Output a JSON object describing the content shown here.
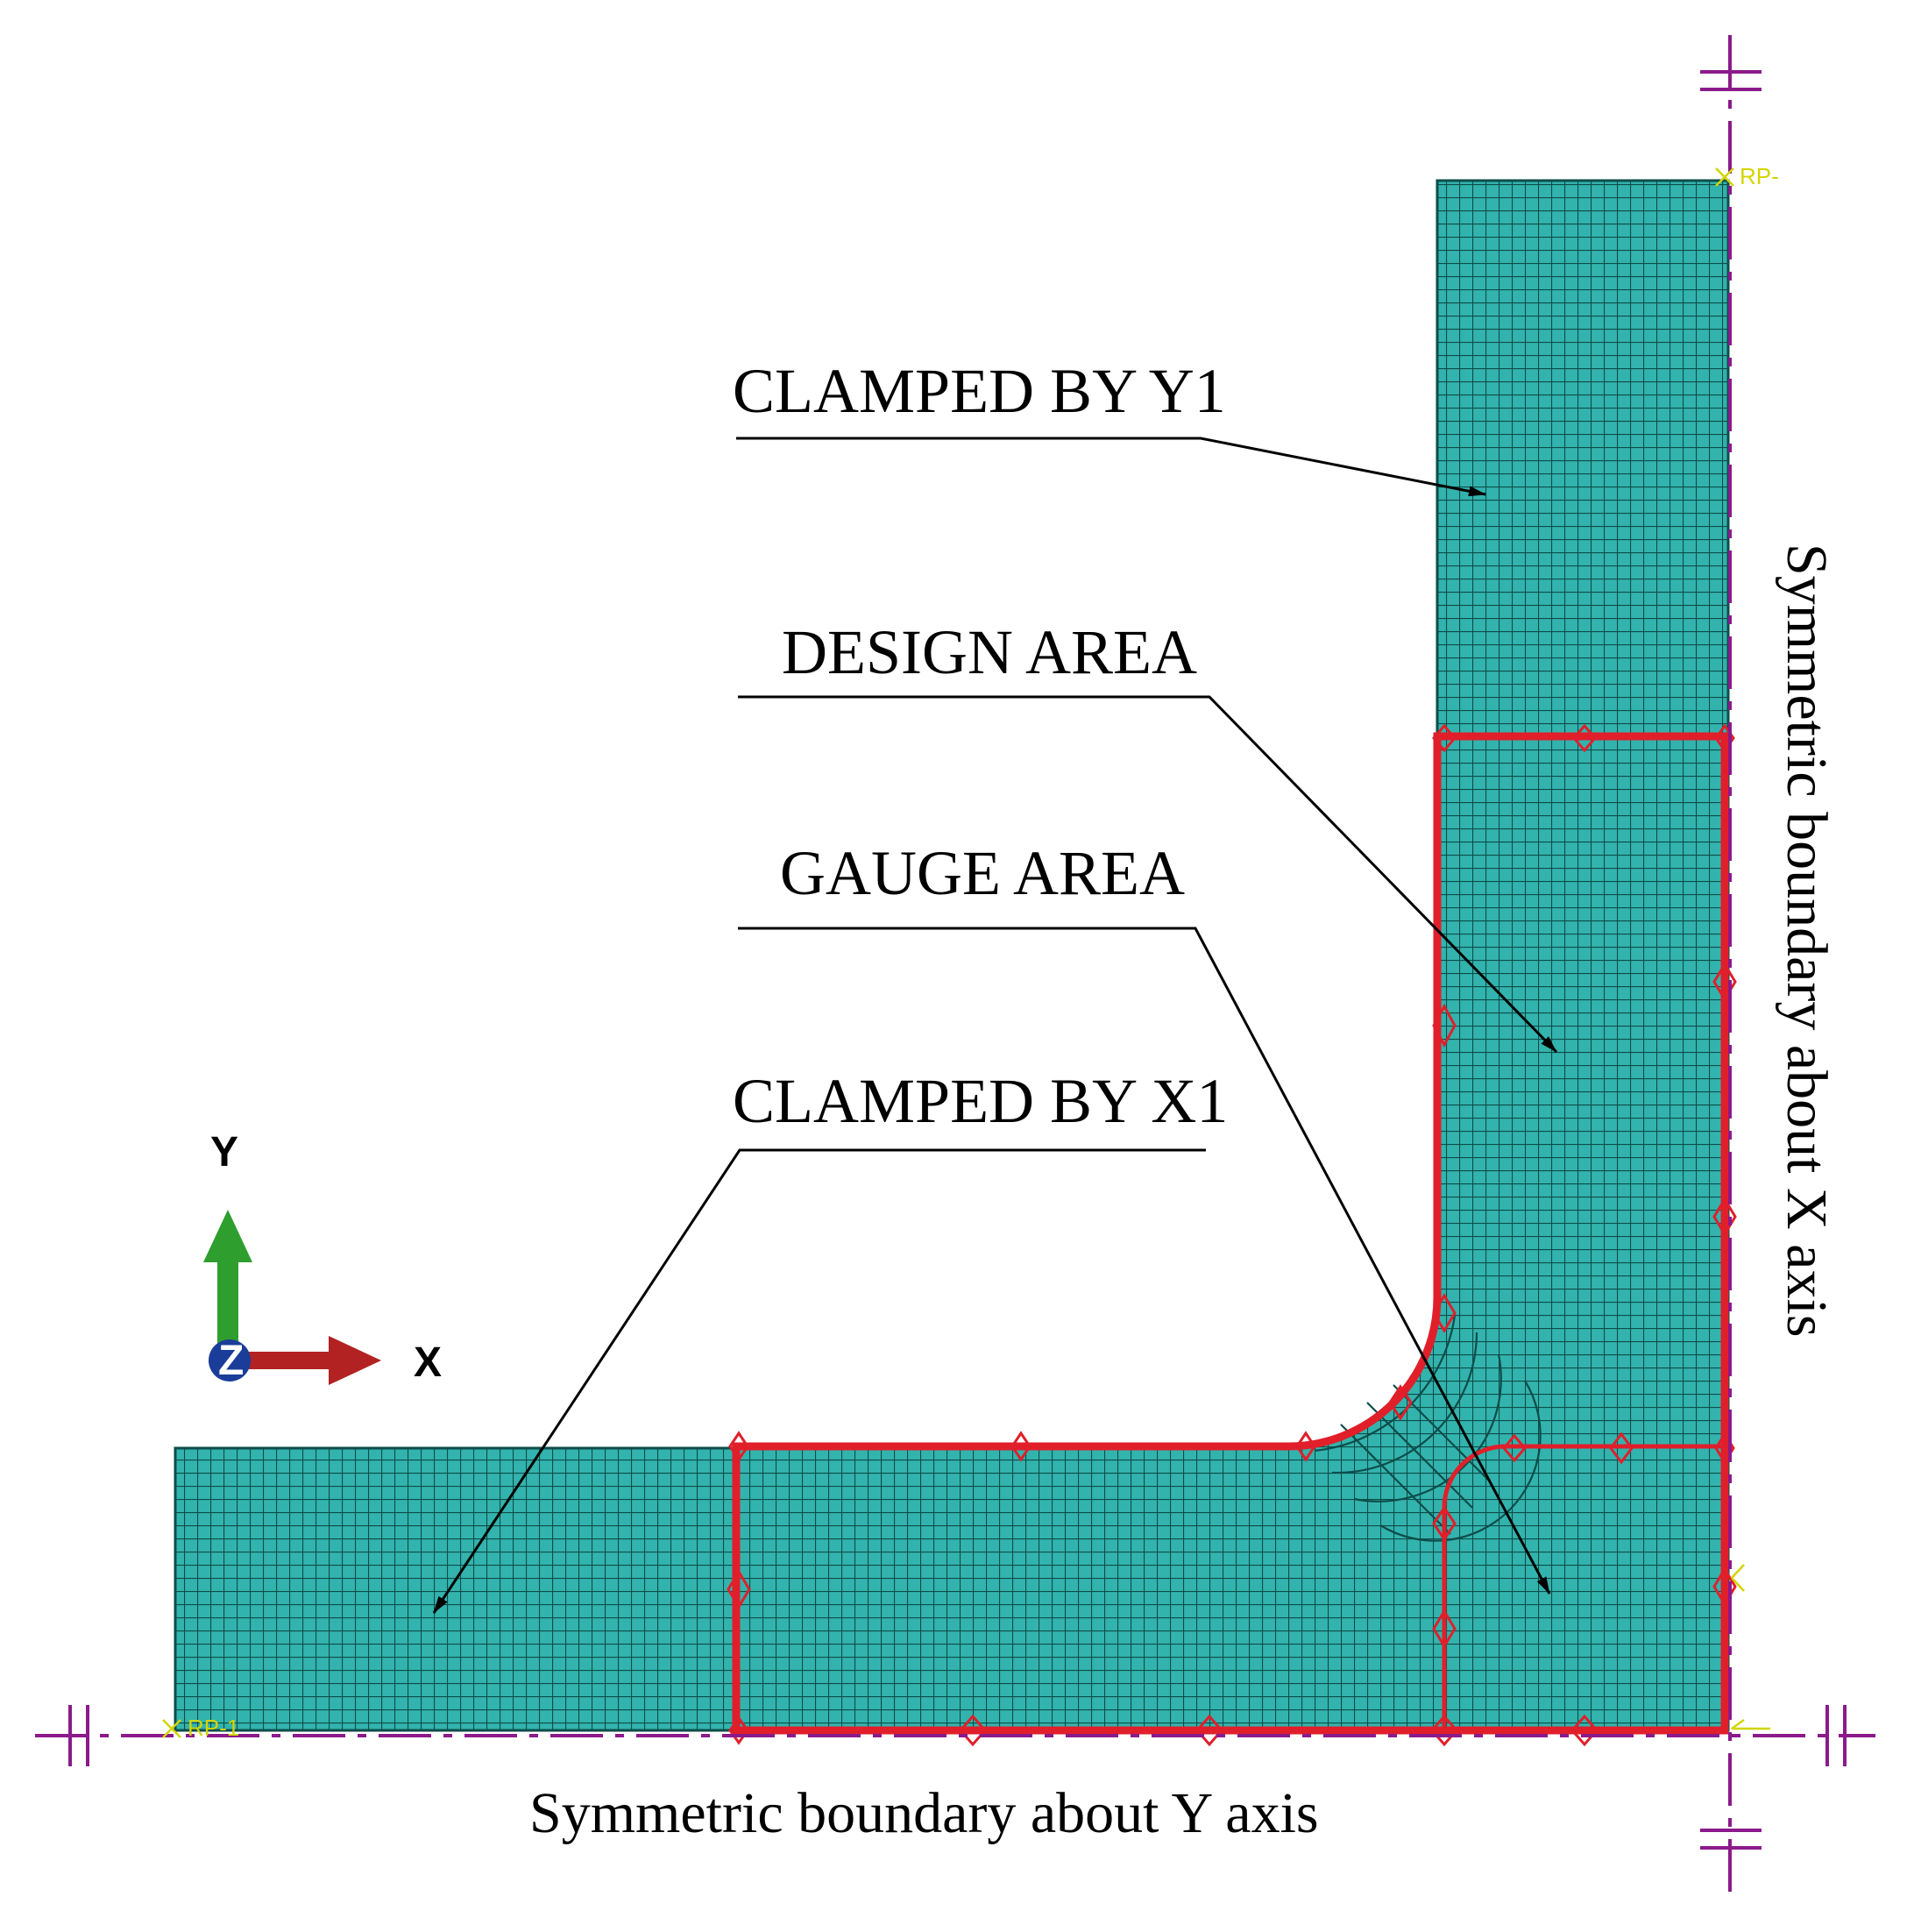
{
  "annotations": {
    "clamped_y1": "CLAMPED BY Y1",
    "design_area": "DESIGN AREA",
    "gauge_area": "GAUGE AREA",
    "clamped_x1": "CLAMPED BY X1"
  },
  "boundaries": {
    "symmetric_x": "Symmetric boundary about X axis",
    "symmetric_y": "Symmetric boundary about Y axis"
  },
  "triad": {
    "x": "X",
    "y": "Y",
    "z": "Z"
  },
  "reference_points": {
    "rp_top": "RP-",
    "rp_left": "RP-1"
  },
  "colors": {
    "mesh_fill": "#33b3ad",
    "mesh_line": "#0d4d4a",
    "boundary": "#e01f2a",
    "symmetry": "#8b1a8b",
    "reference": "#d4d400",
    "x_arrow": "#b22222",
    "y_arrow": "#2e9e2e",
    "z_dot": "#1a3d9a"
  }
}
